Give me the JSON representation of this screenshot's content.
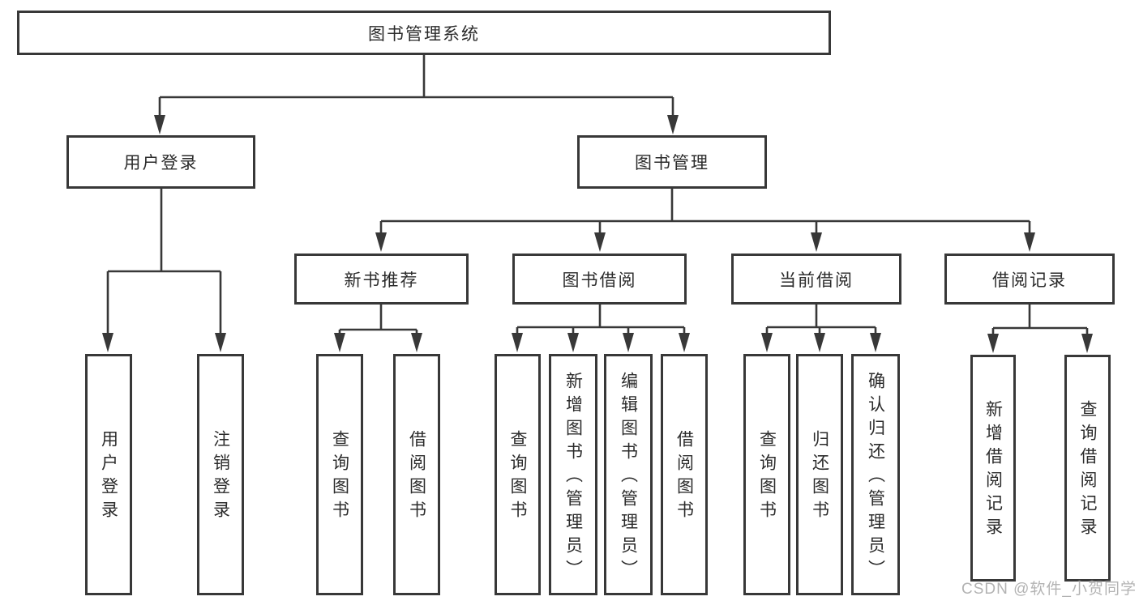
{
  "colors": {
    "line": "#383838",
    "node_border": "#383838",
    "text": "#2b2b2b",
    "watermark": "#b3b3b3",
    "background": "#ffffff"
  },
  "watermark": {
    "text": "CSDN @软件_小贺同学"
  },
  "nodes": {
    "root": "图书管理系统",
    "level2": {
      "user_login": "用户登录",
      "book_mgmt": "图书管理"
    },
    "level3": {
      "new_book_rec": "新书推荐",
      "book_borrow": "图书借阅",
      "current_borrow": "当前借阅",
      "borrow_records": "借阅记录"
    },
    "leaves": {
      "user_login": "用户登录",
      "logout": "注销登录",
      "rec_query_books": "查询图书",
      "rec_borrow_books": "借阅图书",
      "bor_query_books": "查询图书",
      "bor_add_books": "新增图书（管理员）",
      "bor_edit_books": "编辑图书（管理员）",
      "bor_borrow_books": "借阅图书",
      "cur_query_books": "查询图书",
      "cur_return_books": "归还图书",
      "cur_confirm_return": "确认归还（管理员）",
      "log_add_record": "新增借阅记录",
      "log_query_record": "查询借阅记录"
    }
  }
}
